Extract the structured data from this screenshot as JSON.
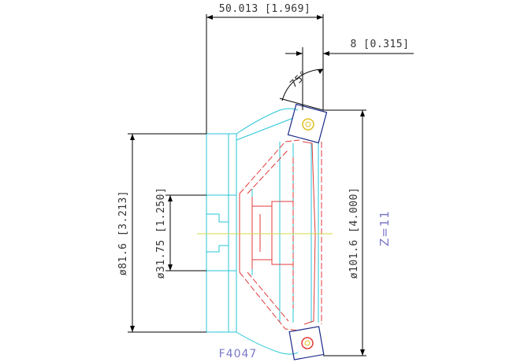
{
  "dimensions": {
    "width_total": "50.013 [1.969]",
    "insert_offset": "8 [0.315]",
    "approach_angle": "75°",
    "bore_diameter": "ø31.75 [1.250]",
    "hub_diameter": "ø81.6 [3.213]",
    "cutter_diameter": "ø101.6 [4.000]"
  },
  "teeth": "Z=11",
  "model": "F4047",
  "colors": {
    "outline": "#27c6d8",
    "hidden": "#e23b3b",
    "dimension": "#000000",
    "centerline": "#d8d84a",
    "label": "#7a78c8"
  }
}
